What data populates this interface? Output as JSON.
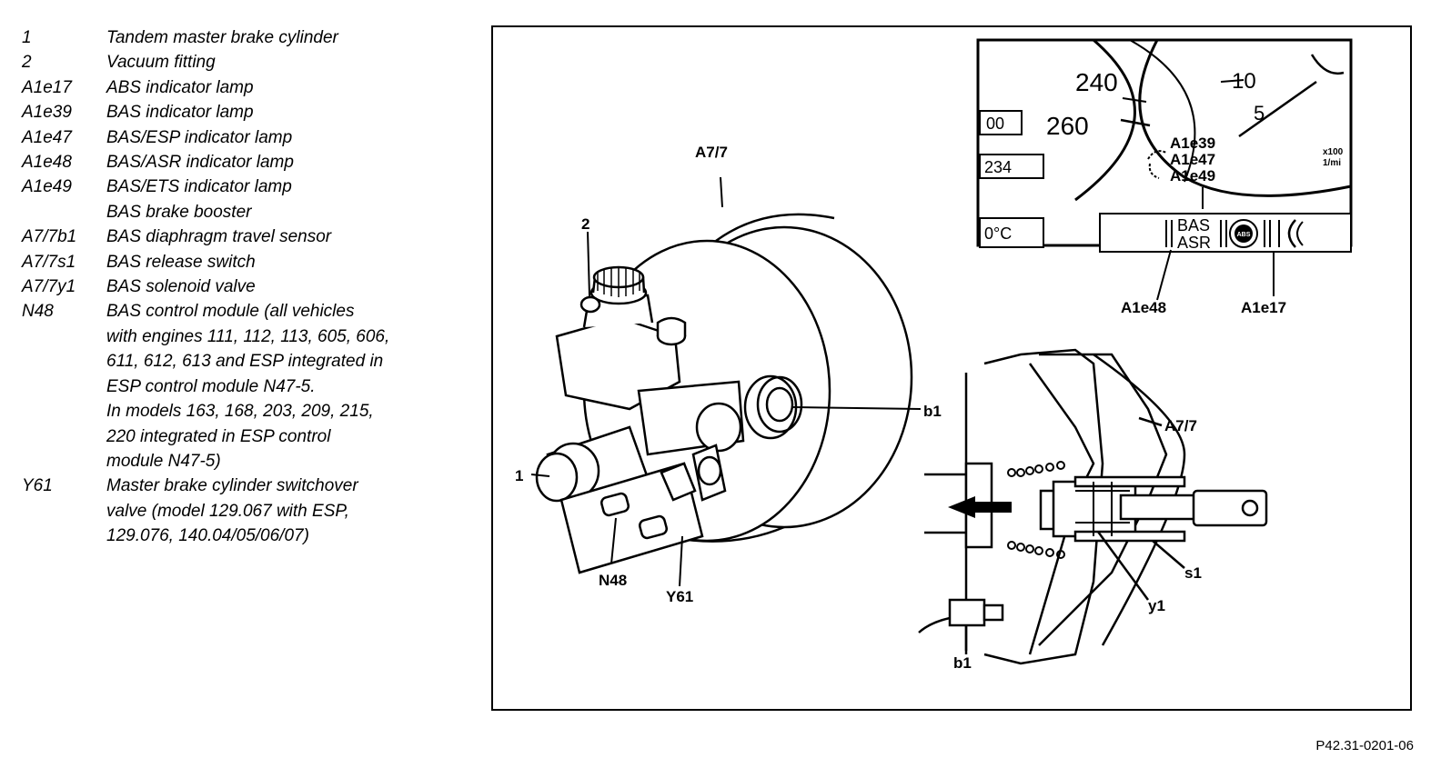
{
  "legend": [
    {
      "key": "1",
      "text": "Tandem master brake cylinder"
    },
    {
      "key": "2",
      "text": "Vacuum fitting"
    },
    {
      "key": "A1e17",
      "text": "ABS indicator lamp"
    },
    {
      "key": "A1e39",
      "text": "BAS indicator lamp"
    },
    {
      "key": "A1e47",
      "text": "BAS/ESP indicator lamp"
    },
    {
      "key": "A1e48",
      "text": "BAS/ASR indicator lamp"
    },
    {
      "key": "A1e49",
      "text": "BAS/ETS indicator lamp"
    },
    {
      "key": "",
      "text": "BAS brake booster"
    },
    {
      "key": "A7/7b1",
      "text": "BAS diaphragm travel sensor"
    },
    {
      "key": "A7/7s1",
      "text": "BAS release switch"
    },
    {
      "key": "A7/7y1",
      "text": "BAS solenoid valve"
    },
    {
      "key": "N48",
      "text": "BAS control module (all vehicles"
    },
    {
      "key": "",
      "text": "with engines 111, 112, 113, 605, 606,"
    },
    {
      "key": "",
      "text": "611, 612, 613 and ESP integrated in"
    },
    {
      "key": "",
      "text": "ESP control module N47-5."
    },
    {
      "key": "",
      "text": "In models 163, 168, 203, 209,  215,"
    },
    {
      "key": "",
      "text": "220 integrated in ESP control"
    },
    {
      "key": "",
      "text": "module N47-5)"
    },
    {
      "key": "Y61",
      "text": "Master brake cylinder switchover"
    },
    {
      "key": "",
      "text": "valve (model 129.067 with ESP,"
    },
    {
      "key": "",
      "text": "129.076, 140.04/05/06/07)"
    }
  ],
  "diagram": {
    "callouts": {
      "a7_7_main": "A7/7",
      "c2": "2",
      "c1": "1",
      "b1_main": "b1",
      "n48": "N48",
      "y61": "Y61",
      "a7_7_section": "A7/7",
      "s1": "s1",
      "y1": "y1",
      "b1_section": "b1"
    },
    "cluster": {
      "speed_240": "240",
      "speed_260": "260",
      "rpm_10": "10",
      "rpm_5": "5",
      "display_top": "00",
      "display_mid": "234",
      "display_temp": "0°C",
      "lamp_bas": "BAS",
      "lamp_asr": "ASR",
      "abs_symbol": "ABS",
      "rpm_unit_top": "x100",
      "rpm_unit_bottom": "1/mi",
      "label_a1e39": "A1e39",
      "label_a1e47": "A1e47",
      "label_a1e49": "A1e49",
      "label_a1e48": "A1e48",
      "label_a1e17": "A1e17"
    }
  },
  "figure_number": "P42.31-0201-06"
}
